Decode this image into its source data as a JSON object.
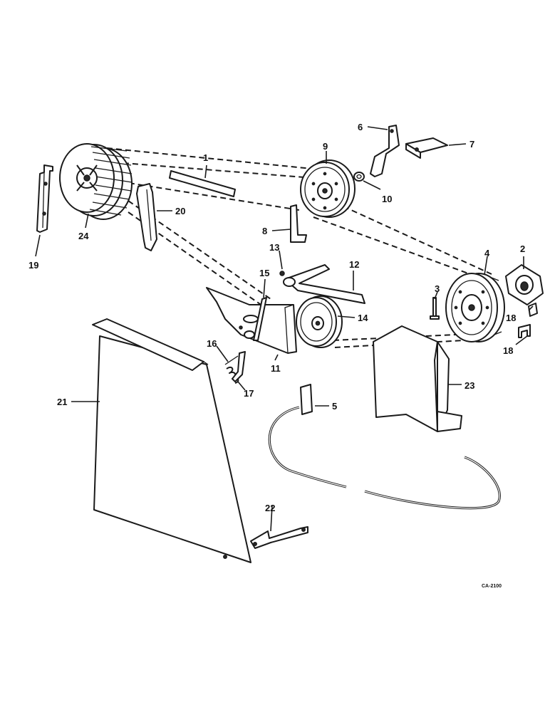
{
  "callouts": {
    "c1": "1",
    "c2": "2",
    "c3": "3",
    "c4": "4",
    "c5": "5",
    "c6": "6",
    "c7": "7",
    "c8": "8",
    "c9": "9",
    "c10": "10",
    "c11": "11",
    "c12": "12",
    "c13": "13",
    "c14": "14",
    "c15": "15",
    "c16": "16",
    "c17": "17",
    "c18a": "18",
    "c18b": "18",
    "c19": "19",
    "c20": "20",
    "c21": "21",
    "c22": "22",
    "c23": "23",
    "c24": "24"
  },
  "drawing_code": "CA-2100",
  "colors": {
    "ink": "#1a1a1a",
    "paper": "#ffffff"
  }
}
